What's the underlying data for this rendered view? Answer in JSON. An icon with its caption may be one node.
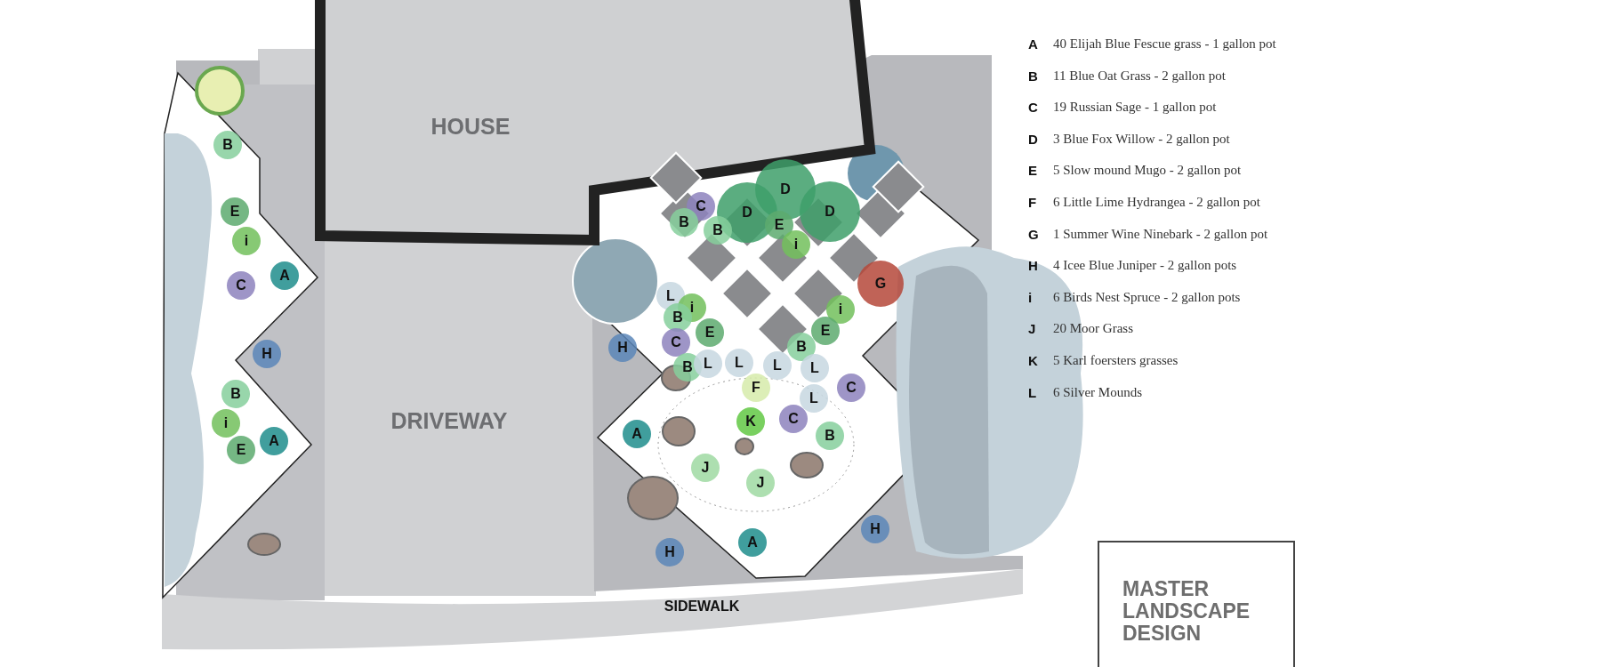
{
  "diagram": {
    "title": "MASTER LANDSCAPE DESIGN",
    "labels": [
      "HOUSE",
      "DRIVEWAY",
      "SIDEWALK",
      "B",
      "E",
      "i",
      "A",
      "C",
      "H",
      "B",
      "i",
      "A",
      "E",
      "D",
      "C",
      "D",
      "D",
      "B",
      "B",
      "E",
      "i",
      "G",
      "L",
      "i",
      "i",
      "B",
      "C",
      "E",
      "E",
      "H",
      "B",
      "B",
      "L",
      "L",
      "L",
      "L",
      "F",
      "C",
      "L",
      "K",
      "C",
      "A",
      "B",
      "J",
      "J",
      "H",
      "A",
      "H",
      "A",
      "40 Elijah Blue Fescue grass - 1 gallon pot",
      "B",
      "11  Blue Oat Grass - 2 gallon pot",
      "C",
      "19 Russian Sage - 1 gallon pot",
      "D",
      "3 Blue Fox Willow - 2 gallon pot",
      "E",
      "5 Slow mound Mugo - 2 gallon pot",
      "F",
      "6 Little Lime Hydrangea - 2 gallon pot",
      "G",
      "1 Summer Wine Ninebark - 2 gallon pot",
      "H",
      "4 Icee Blue Juniper - 2 gallon pots",
      "i",
      "6 Birds Nest Spruce - 2 gallon pots",
      "J",
      "20 Moor Grass",
      "K",
      "5 Karl foersters grasses",
      "L",
      "6 Silver Mounds"
    ]
  }
}
